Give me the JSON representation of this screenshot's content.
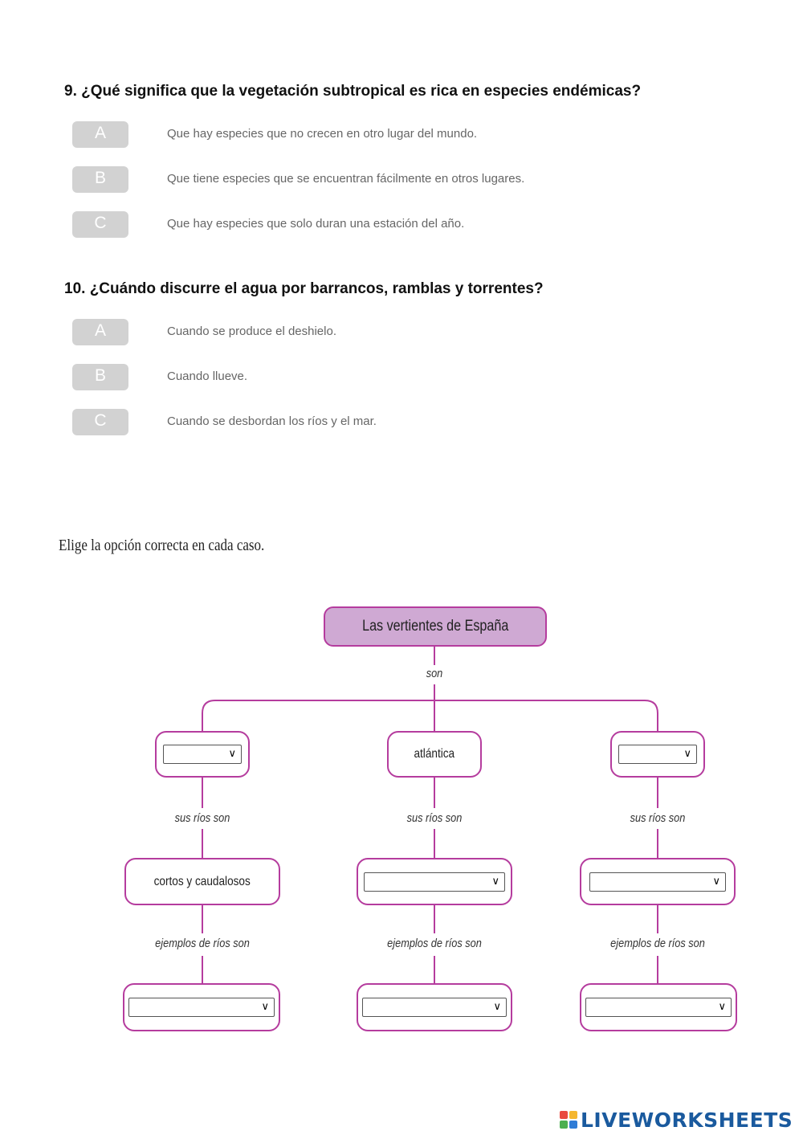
{
  "questions": [
    {
      "text": "9. ¿Qué significa que la vegetación subtropical es rica en especies endémicas?",
      "options": [
        {
          "letter": "A",
          "text": "Que hay especies que no crecen en otro lugar del mundo."
        },
        {
          "letter": "B",
          "text": "Que tiene especies que se encuentran fácilmente en otros lugares."
        },
        {
          "letter": "C",
          "text": "Que hay especies que solo duran una estación del año."
        }
      ]
    },
    {
      "text": "10. ¿Cuándo discurre el agua por barrancos, ramblas y torrentes?",
      "options": [
        {
          "letter": "A",
          "text": "Cuando se produce el deshielo."
        },
        {
          "letter": "B",
          "text": "Cuando llueve."
        },
        {
          "letter": "C",
          "text": "Cuando se desbordan los ríos y el mar."
        }
      ]
    }
  ],
  "instruction": "Elige la opción correcta en cada caso.",
  "diagram": {
    "title": "Las vertientes de España",
    "root_connector": "son",
    "columns": [
      {
        "top": "",
        "rivers_label": "sus ríos son",
        "rivers": "cortos y caudalosos",
        "examples_label": "ejemplos de ríos son",
        "examples": ""
      },
      {
        "top": "atlántica",
        "rivers_label": "sus ríos son",
        "rivers": "",
        "examples_label": "ejemplos de ríos son",
        "examples": ""
      },
      {
        "top": "",
        "rivers_label": "sus ríos son",
        "rivers": "",
        "examples_label": "ejemplos de ríos son",
        "examples": ""
      }
    ],
    "colors": {
      "border": "#b53c9e",
      "title_fill": "#cfa9d3"
    },
    "dropdown_icon": "chevron-down-icon"
  },
  "branding": {
    "logo_text": "LIVEWORKSHEETS",
    "logo_colors": [
      "#e94a3f",
      "#f5b72f",
      "#4caf50",
      "#2f7cd6"
    ]
  }
}
